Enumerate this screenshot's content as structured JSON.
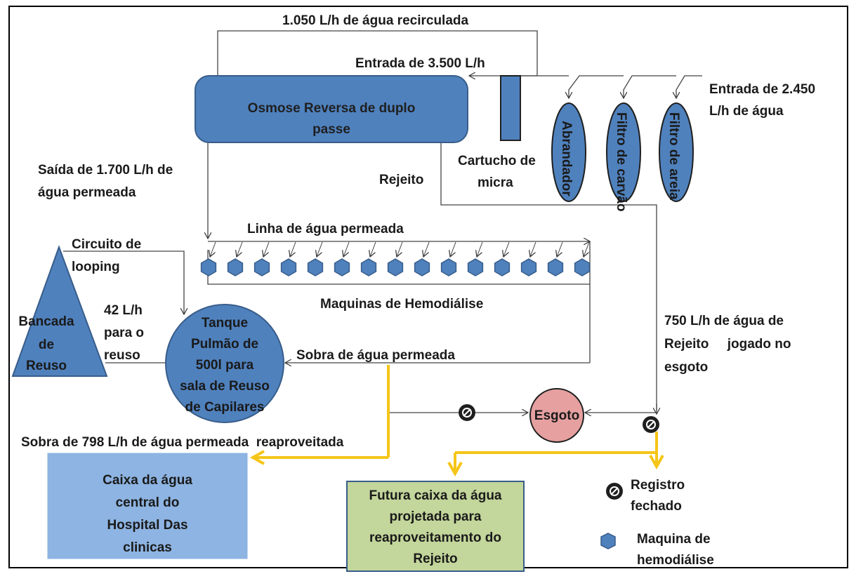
{
  "labels": {
    "recirculated": "1.050 L/h de água recirculada",
    "input_3500": "Entrada de 3.500 L/h",
    "input_2450_1": "Entrada de 2.450",
    "input_2450_2": "L/h de água",
    "osmosis_1": "Osmose Reversa de duplo",
    "osmosis_2": "passe",
    "cartridge_1": "Cartucho de",
    "cartridge_2": "micra",
    "softener": "Abrandador",
    "carbon_filter": "Filtro de carvão",
    "sand_filter": "Filtro de areia",
    "output_1": "Saída de 1.700 L/h de",
    "output_2": "água permeada",
    "reject": "Rejeito",
    "permeate_line": "Linha de água permeada",
    "loop_1": "Circuito de",
    "loop_2": "looping",
    "machines": "Maquinas de Hemodiálise",
    "reuse_bench_1": "Bancada",
    "reuse_bench_2": "de",
    "reuse_bench_3": "Reuso",
    "reuse_flow_1": "42 L/h",
    "reuse_flow_2": "para o",
    "reuse_flow_3": "reuso",
    "tank_1": "Tanque",
    "tank_2": "Pulmão de",
    "tank_3": "500l para",
    "tank_4": "sala de Reuso",
    "tank_5": "de Capilares",
    "surplus": "Sobra de água permeada",
    "reject_sewer_1": "750 L/h de água de",
    "reject_sewer_2": "Rejeito     jogado no",
    "reject_sewer_3": "esgoto",
    "sewer": "Esgoto",
    "surplus_798": "Sobra de 798 L/h de água permeada  reaproveitada",
    "central_tank_1": "Caixa da água",
    "central_tank_2": "central do",
    "central_tank_3": "Hospital Das",
    "central_tank_4": "clinicas",
    "future_tank_1": "Futura caixa da água",
    "future_tank_2": "projetada para",
    "future_tank_3": "reaproveitamento do",
    "future_tank_4": "Rejeito",
    "legend_valve_1": "Registro",
    "legend_valve_2": "fechado",
    "legend_machine_1": "Maquina de",
    "legend_machine_2": "hemodiálise"
  },
  "colors": {
    "blue_fill": "#4f81bd",
    "blue_stroke": "#385d8a",
    "light_blue": "#8db4e2",
    "green": "#c3d69b",
    "sewer_pink": "#e6a0a0",
    "yellow_flow": "#f5c518"
  },
  "icons": {
    "valve": "closed-valve-icon",
    "machine": "hexagon-machine-icon"
  }
}
